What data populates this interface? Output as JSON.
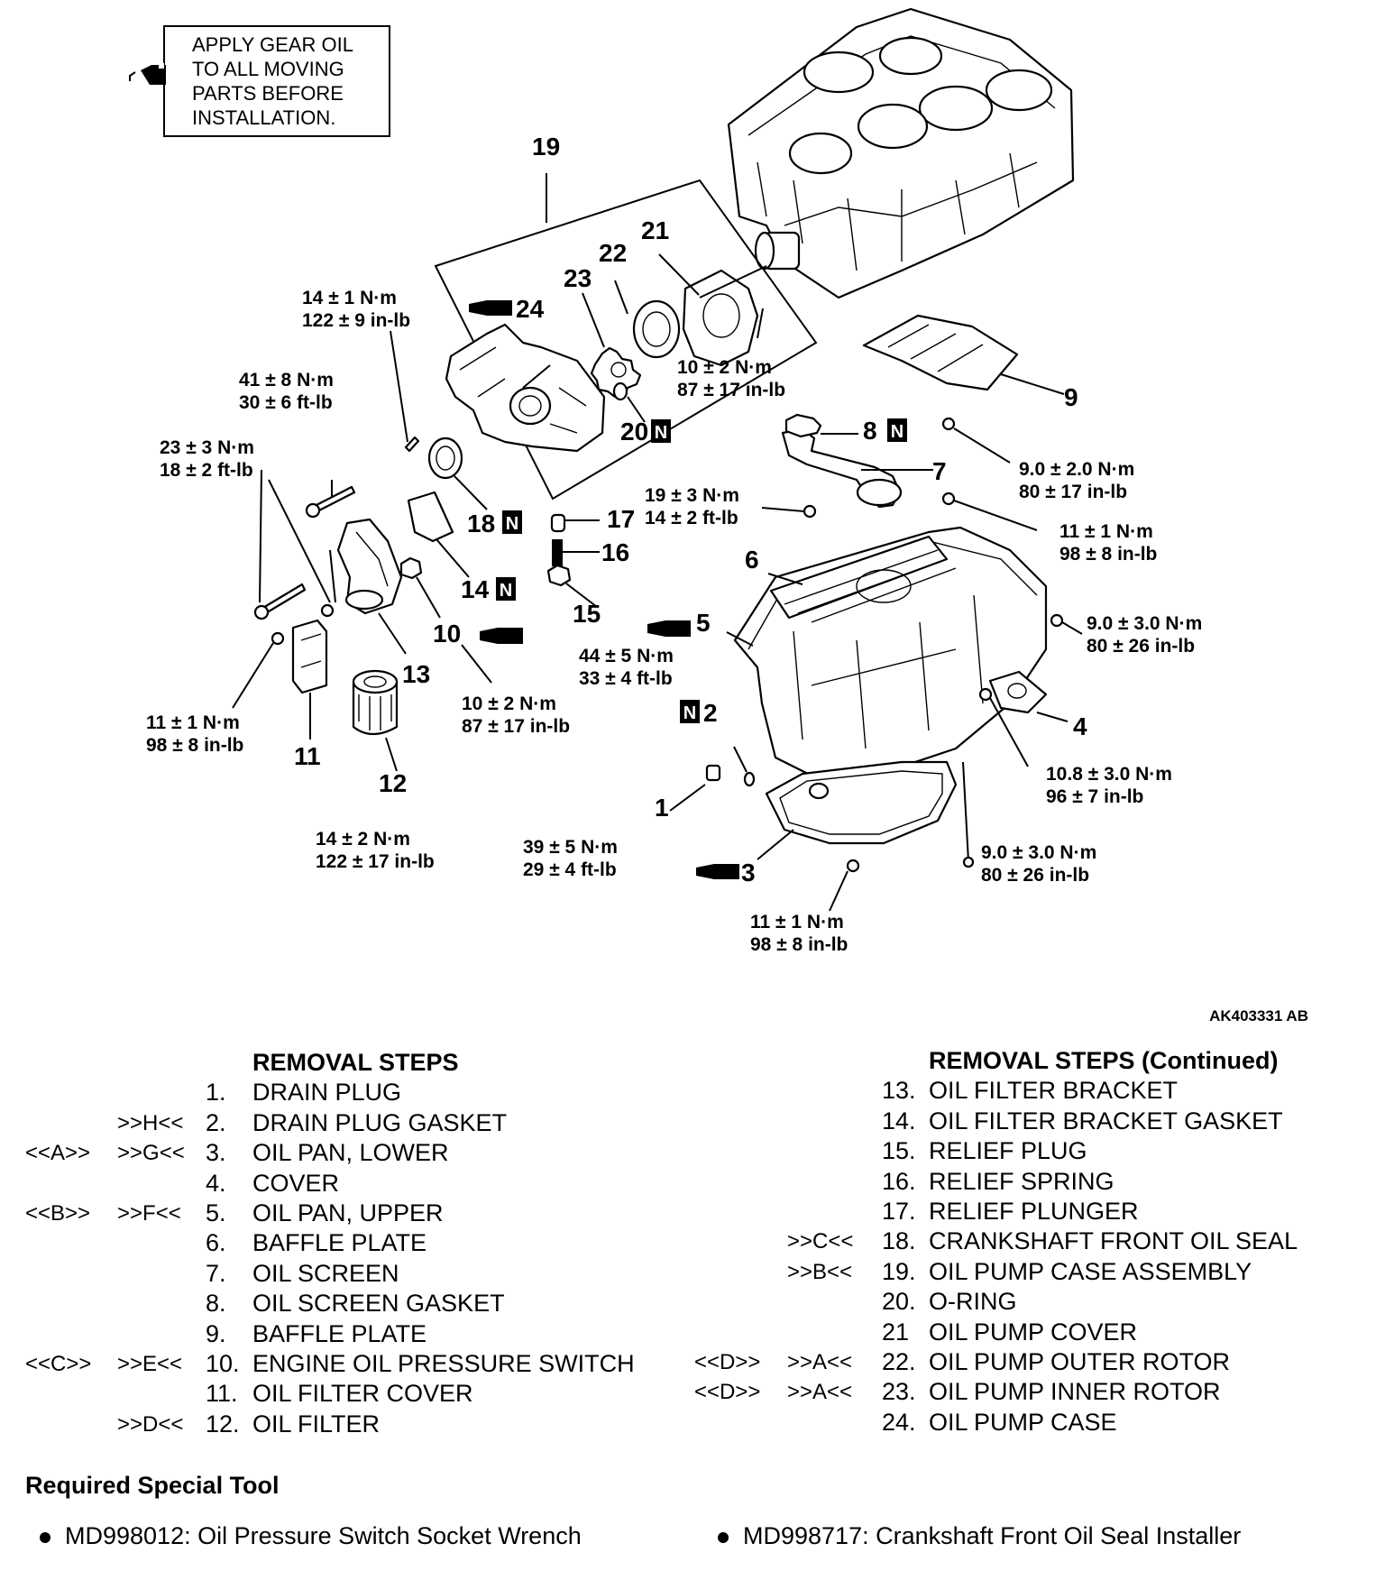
{
  "note": {
    "lines": [
      "APPLY GEAR OIL",
      "TO ALL MOVING",
      "PARTS BEFORE",
      "INSTALLATION."
    ]
  },
  "figure_code": "AK403331 AB",
  "callouts": {
    "c1": "1",
    "c2": "2",
    "c3": "3",
    "c4": "4",
    "c5": "5",
    "c6": "6",
    "c7": "7",
    "c8": "8",
    "c9": "9",
    "c10": "10",
    "c11": "11",
    "c12": "12",
    "c13": "13",
    "c14": "14",
    "c15": "15",
    "c16": "16",
    "c17": "17",
    "c18": "18",
    "c19": "19",
    "c20": "20",
    "c21": "21",
    "c22": "22",
    "c23": "23",
    "c24": "24",
    "n_mark": "N"
  },
  "torques": {
    "t_oilpump_bolt": [
      "14 ± 1 N·m",
      "122 ± 9 in-lb"
    ],
    "t_pumpcover": [
      "10 ± 2 N·m",
      "87 ± 17 in-lb"
    ],
    "t_bracket_upper": [
      "41 ± 8 N·m",
      "30 ± 6 ft-lb"
    ],
    "t_bracket_lower": [
      "23 ± 3 N·m",
      "18 ± 2 ft-lb"
    ],
    "t_baffle9": [
      "9.0 ± 2.0 N·m",
      "80 ± 17 in-lb"
    ],
    "t_screen": [
      "19 ± 3 N·m",
      "14 ± 2 ft-lb"
    ],
    "t_baffle6": [
      "11 ± 1 N·m",
      "98 ± 8 in-lb"
    ],
    "t_pan_right": [
      "9.0 ± 3.0 N·m",
      "80 ± 26 in-lb"
    ],
    "t_relief": [
      "44 ± 5 N·m",
      "33 ± 4 ft-lb"
    ],
    "t_switch": [
      "10 ± 2 N·m",
      "87 ± 17 in-lb"
    ],
    "t_filtercover": [
      "11 ± 1 N·m",
      "98 ± 8 in-lb"
    ],
    "t_cover4": [
      "10.8 ± 3.0 N·m",
      "96  ± 7 in-lb"
    ],
    "t_filter": [
      "14 ± 2 N·m",
      "122 ± 17 in-lb"
    ],
    "t_drainplug": [
      "39 ± 5 N·m",
      "29 ± 4 ft-lb"
    ],
    "t_pan_stud": [
      "9.0 ± 3.0 N·m",
      "80 ± 26 in-lb"
    ],
    "t_lowerpan": [
      "11 ± 1 N·m",
      "98 ± 8 in-lb"
    ]
  },
  "removal_steps": {
    "heading": "REMOVAL STEPS",
    "items": [
      {
        "ref1": "",
        "ref2": "",
        "num": "1.",
        "label": "DRAIN PLUG"
      },
      {
        "ref1": "",
        "ref2": ">>H<<",
        "num": "2.",
        "label": "DRAIN PLUG GASKET"
      },
      {
        "ref1": "<<A>>",
        "ref2": ">>G<<",
        "num": "3.",
        "label": "OIL PAN, LOWER"
      },
      {
        "ref1": "",
        "ref2": "",
        "num": "4.",
        "label": "COVER"
      },
      {
        "ref1": "<<B>>",
        "ref2": ">>F<<",
        "num": "5.",
        "label": "OIL PAN, UPPER"
      },
      {
        "ref1": "",
        "ref2": "",
        "num": "6.",
        "label": "BAFFLE PLATE"
      },
      {
        "ref1": "",
        "ref2": "",
        "num": "7.",
        "label": "OIL SCREEN"
      },
      {
        "ref1": "",
        "ref2": "",
        "num": "8.",
        "label": "OIL SCREEN GASKET"
      },
      {
        "ref1": "",
        "ref2": "",
        "num": "9.",
        "label": "BAFFLE PLATE"
      },
      {
        "ref1": "<<C>>",
        "ref2": ">>E<<",
        "num": "10.",
        "label": "ENGINE OIL PRESSURE SWITCH"
      },
      {
        "ref1": "",
        "ref2": "",
        "num": "11.",
        "label": "OIL FILTER COVER"
      },
      {
        "ref1": "",
        "ref2": ">>D<<",
        "num": "12.",
        "label": "OIL FILTER"
      }
    ]
  },
  "removal_steps_continued": {
    "heading": "REMOVAL STEPS (Continued)",
    "items": [
      {
        "ref1": "",
        "ref2": "",
        "num": "13.",
        "label": "OIL FILTER BRACKET"
      },
      {
        "ref1": "",
        "ref2": "",
        "num": "14.",
        "label": "OIL FILTER BRACKET GASKET"
      },
      {
        "ref1": "",
        "ref2": "",
        "num": "15.",
        "label": "RELIEF PLUG"
      },
      {
        "ref1": "",
        "ref2": "",
        "num": "16.",
        "label": "RELIEF SPRING"
      },
      {
        "ref1": "",
        "ref2": "",
        "num": "17.",
        "label": "RELIEF PLUNGER"
      },
      {
        "ref1": "",
        "ref2": ">>C<<",
        "num": "18.",
        "label": "CRANKSHAFT FRONT OIL SEAL"
      },
      {
        "ref1": "",
        "ref2": ">>B<<",
        "num": "19.",
        "label": "OIL PUMP CASE ASSEMBLY"
      },
      {
        "ref1": "",
        "ref2": "",
        "num": "20.",
        "label": "O-RING"
      },
      {
        "ref1": "",
        "ref2": "",
        "num": "21",
        "label": "OIL PUMP COVER"
      },
      {
        "ref1": "<<D>>",
        "ref2": ">>A<<",
        "num": "22.",
        "label": "OIL PUMP OUTER ROTOR"
      },
      {
        "ref1": "<<D>>",
        "ref2": ">>A<<",
        "num": "23.",
        "label": "OIL PUMP INNER ROTOR"
      },
      {
        "ref1": "",
        "ref2": "",
        "num": "24.",
        "label": "OIL PUMP CASE"
      }
    ]
  },
  "special_tools": {
    "title": "Required Special Tool",
    "items": [
      "MD998012: Oil Pressure Switch Socket Wrench",
      "MD998717: Crankshaft Front Oil Seal Installer"
    ]
  }
}
